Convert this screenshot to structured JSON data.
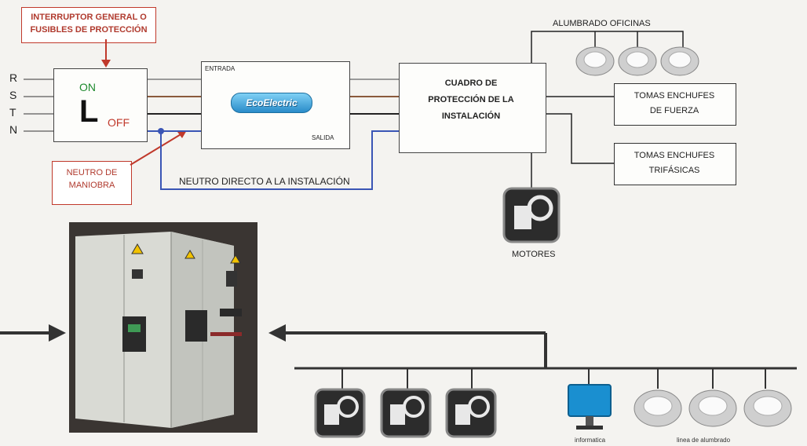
{
  "labels": {
    "interruptor_line1": "INTERRUPTOR GENERAL O",
    "interruptor_line2": "FUSIBLES DE PROTECCIÓN",
    "neutro_line1": "NEUTRO DE",
    "neutro_line2": "MANIOBRA",
    "on": "ON",
    "off": "OFF",
    "switch_symbol": "L",
    "phase_r": "R",
    "phase_s": "S",
    "phase_t": "T",
    "phase_n": "N",
    "entrada": "ENTRADA",
    "salida": "SALIDA",
    "brand": "EcoElectric",
    "neutro_directo": "NEUTRO DIRECTO A LA INSTALACIÓN",
    "cuadro_line1": "CUADRO DE",
    "cuadro_line2": "PROTECCIÓN DE LA",
    "cuadro_line3": "INSTALACIÓN",
    "alumbrado_oficinas": "ALUMBRADO OFICINAS",
    "tomas_fuerza_line1": "TOMAS ENCHUFES",
    "tomas_fuerza_line2": "DE FUERZA",
    "tomas_trifasicas_line1": "TOMAS ENCHUFES",
    "tomas_trifasicas_line2": "TRIFÁSICAS",
    "motores": "MOTORES",
    "informatica": "informatica",
    "linea_alumbrado": "linea de alumbrado"
  },
  "colors": {
    "wire_grey": "#9a9a9a",
    "wire_brown": "#8b5a3c",
    "wire_black": "#222222",
    "wire_blue": "#3a55b5",
    "accent_red": "#c0392b",
    "on_green": "#1e8a2e"
  }
}
